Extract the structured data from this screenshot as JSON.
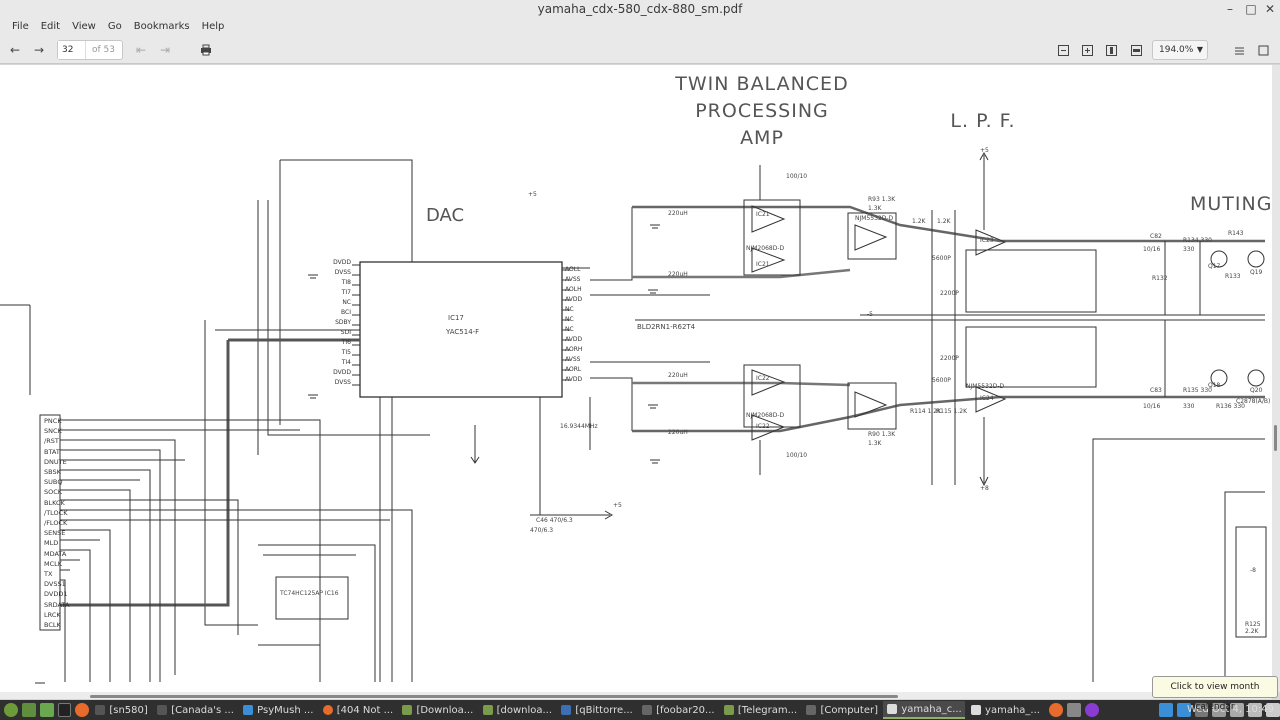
{
  "window": {
    "title": "yamaha_cdx-580_cdx-880_sm.pdf",
    "minimize": "–",
    "maximize": "□",
    "close": "✕"
  },
  "menu": [
    "File",
    "Edit",
    "View",
    "Go",
    "Bookmarks",
    "Help"
  ],
  "toolbar": {
    "page_current": "32",
    "page_total": "of 53",
    "zoom": "194.0%"
  },
  "schematic": {
    "headings": {
      "amp": [
        "TWIN BALANCED",
        "PROCESSING",
        "AMP"
      ],
      "lpf": "L. P. F.",
      "dac": "DAC",
      "muting": "MUTING"
    },
    "chips": {
      "ic17": "IC17",
      "yac": "YAC514-F",
      "bld": "BLD2RN1-R62T4",
      "ic16": "TC74HC125AP IC16"
    },
    "opamps": [
      "IC21",
      "IC21",
      "IC22",
      "IC22",
      "IC23",
      "IC24",
      "NJM2068D-D",
      "NJM2068D-D",
      "NJM5532D-D",
      "NJM5532D-D"
    ],
    "left_pins": [
      "PNCK",
      "SNCK",
      "/RST",
      "BTAT",
      "DNUTE",
      "SBSK",
      "SUBQ",
      "SOCK",
      "BLKCK",
      "/TLOCK",
      "/FLOCK",
      "SENSE",
      "MLD",
      "MDATA",
      "MCLK",
      "TX",
      "DVSS1",
      "DVDD1",
      "SRDATA",
      "LRCK",
      "BCLK"
    ],
    "dac_left_pins": [
      "DVDD",
      "DVSS",
      "TI8",
      "TI7",
      "NC",
      "BCI",
      "SDBY",
      "SDI",
      "TI6",
      "TI5",
      "TI4",
      "DVDD",
      "DVSS"
    ],
    "dac_right_pins": [
      "AOLL",
      "AVSS",
      "AOLH",
      "AVDD",
      "NC",
      "NC",
      "NC",
      "AVDD",
      "AORH",
      "AVSS",
      "AORL",
      "AVDD"
    ],
    "values": [
      "220uH",
      "220uH",
      "220uH",
      "220uH",
      "100/10",
      "100/10",
      "5600P",
      "5600P",
      "1.2K",
      "1.2K",
      "1.3K",
      "1.3K",
      "330",
      "330",
      "10/16",
      "10/16",
      "470/6.3",
      "16.9344MHz",
      "2200P",
      "2200P"
    ],
    "misc": [
      "R114 1.2K",
      "R115 1.2K",
      "R93 1.3K",
      "R90 1.3K",
      "C46 470/6.3",
      "R134 330",
      "R135 330",
      "R136 330",
      "R133",
      "R132",
      "C83",
      "C82",
      "R143",
      "Q17",
      "Q18",
      "Q19",
      "Q20",
      "C2878(A/B)",
      "R125 2.2K",
      "+5",
      "-5",
      "+8",
      "-8",
      "+5",
      "+5"
    ]
  },
  "taskbar": {
    "tasks": [
      "[sn580]",
      "[Canada's ...",
      "PsyMush ...",
      "[404 Not ...",
      "[Downloa...",
      "[downloa...",
      "[qBittorre...",
      "[foobar20...",
      "[Telegram...",
      "[Computer]",
      "yamaha_c...",
      "yamaha_..."
    ],
    "clock": "Wed Oct  4, 10:49",
    "tooltip": "Click to view month calendar"
  }
}
